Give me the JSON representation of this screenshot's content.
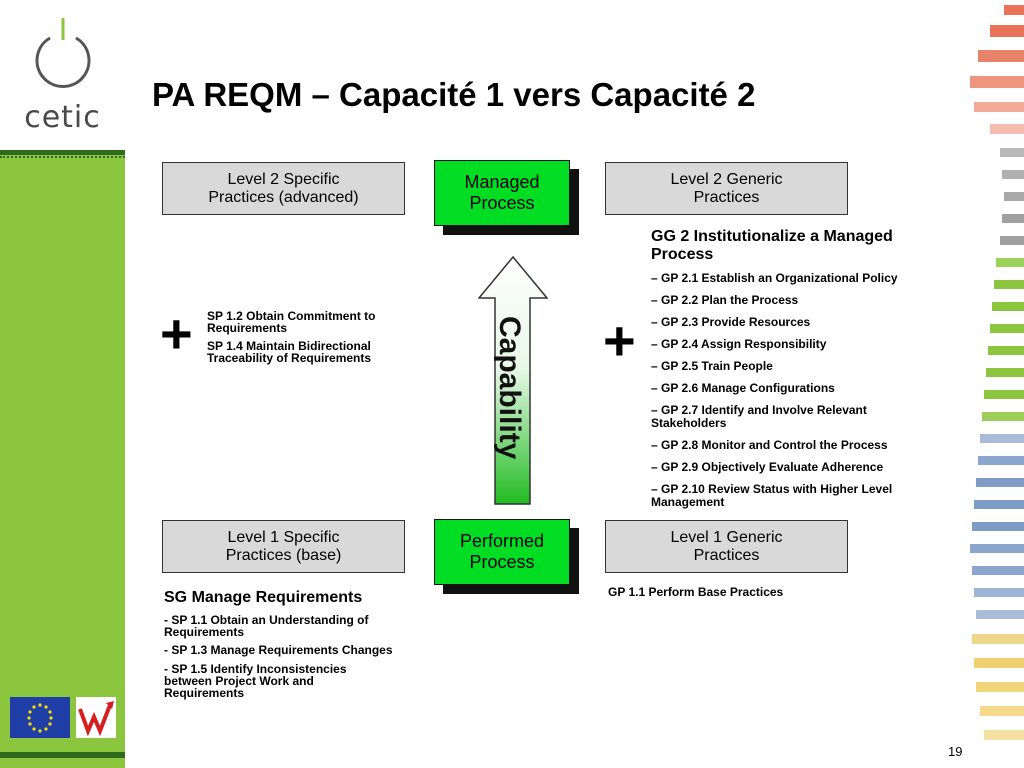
{
  "logo": {
    "name": "cetic"
  },
  "title": "PA REQM – Capacité 1 vers Capacité 2",
  "boxes": {
    "l2_specific": [
      "Level 2 Specific",
      "Practices (advanced)"
    ],
    "l2_generic": [
      "Level 2 Generic",
      "Practices"
    ],
    "l1_specific": [
      "Level 1 Specific",
      "Practices (base)"
    ],
    "l1_generic": [
      "Level 1 Generic",
      "Practices"
    ],
    "managed": [
      "Managed",
      "Process"
    ],
    "performed": [
      "Performed",
      "Process"
    ]
  },
  "arrow_label": "Capability",
  "plus": "+",
  "sp_adv": [
    [
      "SP 1.2 Obtain Commitment to",
      "Requirements"
    ],
    [
      "SP 1.4 Maintain Bidirectional",
      "Traceability of Requirements"
    ]
  ],
  "gg2": {
    "heading": [
      "GG 2 Institutionalize a Managed",
      "Process"
    ],
    "items": [
      {
        "dash": "–",
        "text": "GP 2.1 Establish an Organizational Policy"
      },
      {
        "dash": "–",
        "text": "GP 2.2 Plan the Process"
      },
      {
        "dash": "–",
        "text": "GP 2.3 Provide Resources"
      },
      {
        "dash": "–",
        "text": "GP 2.4 Assign Responsibility"
      },
      {
        "dash": "–",
        "text": "GP 2.5 Train People"
      },
      {
        "dash": "–",
        "text": "GP 2.6 Manage Configurations"
      },
      {
        "dash": "–",
        "text": "GP 2.7 Identify and Involve Relevant",
        "text2": "Stakeholders"
      },
      {
        "dash": "–",
        "text": "GP 2.8 Monitor and Control the Process"
      },
      {
        "dash": "–",
        "text": "GP 2.9 Objectively Evaluate Adherence"
      },
      {
        "dash": "–",
        "text": "GP 2.10 Review Status with Higher Level",
        "text2": "Management"
      }
    ]
  },
  "sg": {
    "heading": "SG Manage Requirements",
    "items": [
      [
        "- SP 1.1 Obtain an Understanding of",
        "Requirements"
      ],
      [
        "- SP 1.3 Manage Requirements Changes"
      ],
      [
        "- SP 1.5 Identify Inconsistencies",
        "between Project Work and",
        "Requirements"
      ]
    ]
  },
  "gp11": "GP 1.1 Perform Base Practices",
  "page_number": "19",
  "colors": {
    "sidebar": "#8cc63f",
    "green_box": "#00dd22",
    "arrow": "#22bb22"
  }
}
